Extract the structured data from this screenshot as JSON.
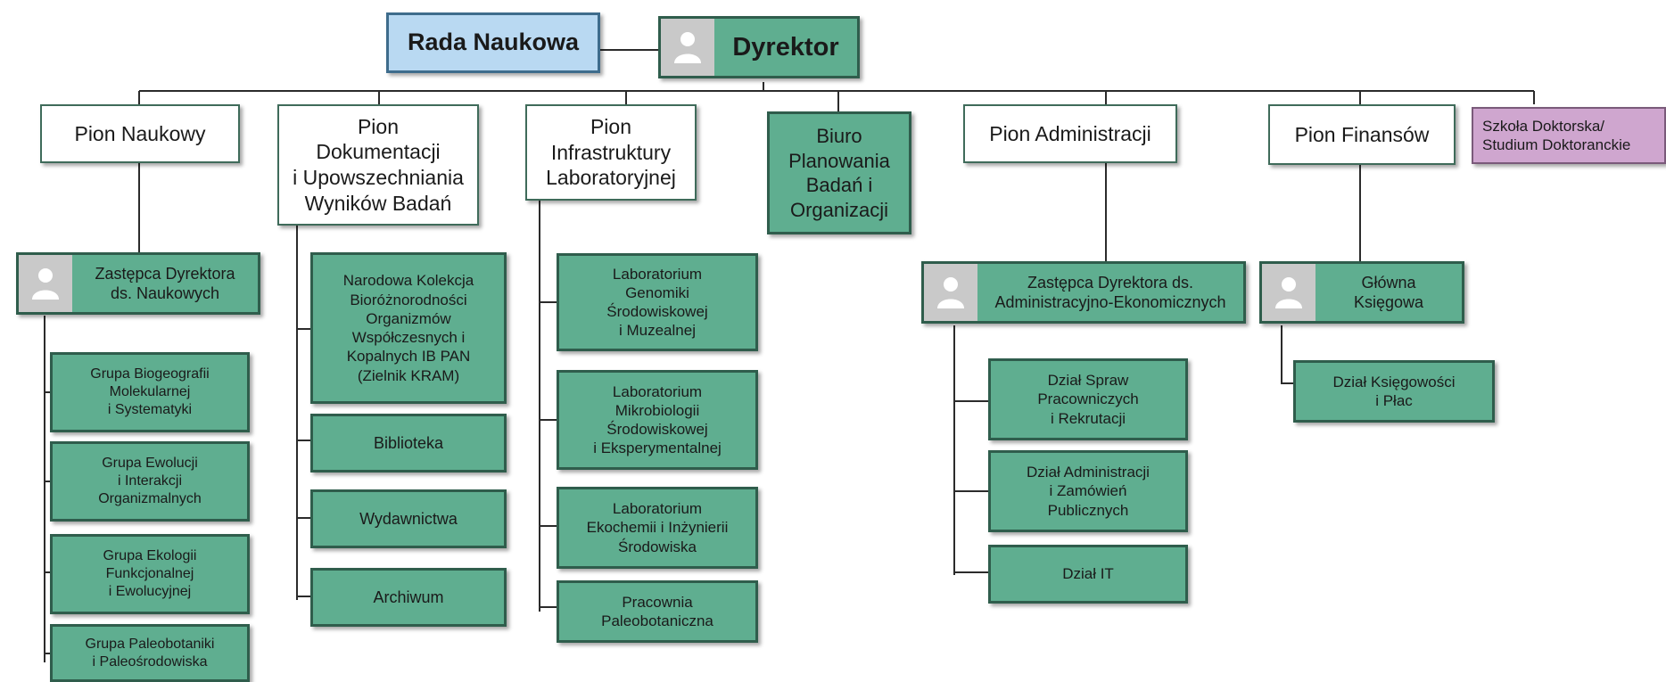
{
  "top": {
    "rada": "Rada Naukowa",
    "dyrektor": "Dyrektor"
  },
  "pions": {
    "naukowy": "Pion Naukowy",
    "dokumentacji": "Pion\nDokumentacji\ni Upowszechniania\nWyników Badań",
    "infrastruktury": "Pion\nInfrastruktury\nLaboratoryjnej",
    "biuro": "Biuro\nPlanowania\nBadań i\nOrganizacji",
    "administracji": "Pion Administracji",
    "finansow": "Pion Finansów",
    "szkola": "Szkoła Doktorska/\n  Studium Doktoranckie"
  },
  "deputies": {
    "naukowy": "Zastępca Dyrektora\nds. Naukowych",
    "administracji": "Zastępca Dyrektora ds.\nAdministracyjno-Ekonomicznych",
    "finansow": "Główna\nKsięgowa"
  },
  "groups": [
    "Grupa Biogeografii\nMolekularnej\ni Systematyki",
    "Grupa Ewolucji\ni Interakcji\nOrganizmalnych",
    "Grupa Ekologii\nFunkcjonalnej\ni Ewolucyjnej",
    "Grupa Paleobotaniki\ni  Paleośrodowiska"
  ],
  "documentation_units": [
    "Narodowa Kolekcja\nBioróżnorodności\nOrganizmów\nWspółczesnych i\nKopalnych IB PAN\n(Zielnik KRAM)",
    "Biblioteka",
    "Wydawnictwa",
    "Archiwum"
  ],
  "laboratories": [
    "Laboratorium\nGenomiki\nŚrodowiskowej\ni  Muzealnej",
    "Laboratorium\nMikrobiologii\nŚrodowiskowej\ni Eksperymentalnej",
    "Laboratorium\nEkochemii i Inżynierii\nŚrodowiska",
    "Pracownia\nPaleobotaniczna"
  ],
  "admin_units": [
    "Dział Spraw\nPracowniczych\ni Rekrutacji",
    "Dział Administracji\ni Zamówień\nPublicznych",
    "Dział IT"
  ],
  "finance_units": [
    "Dział Księgowości\ni Płac"
  ]
}
